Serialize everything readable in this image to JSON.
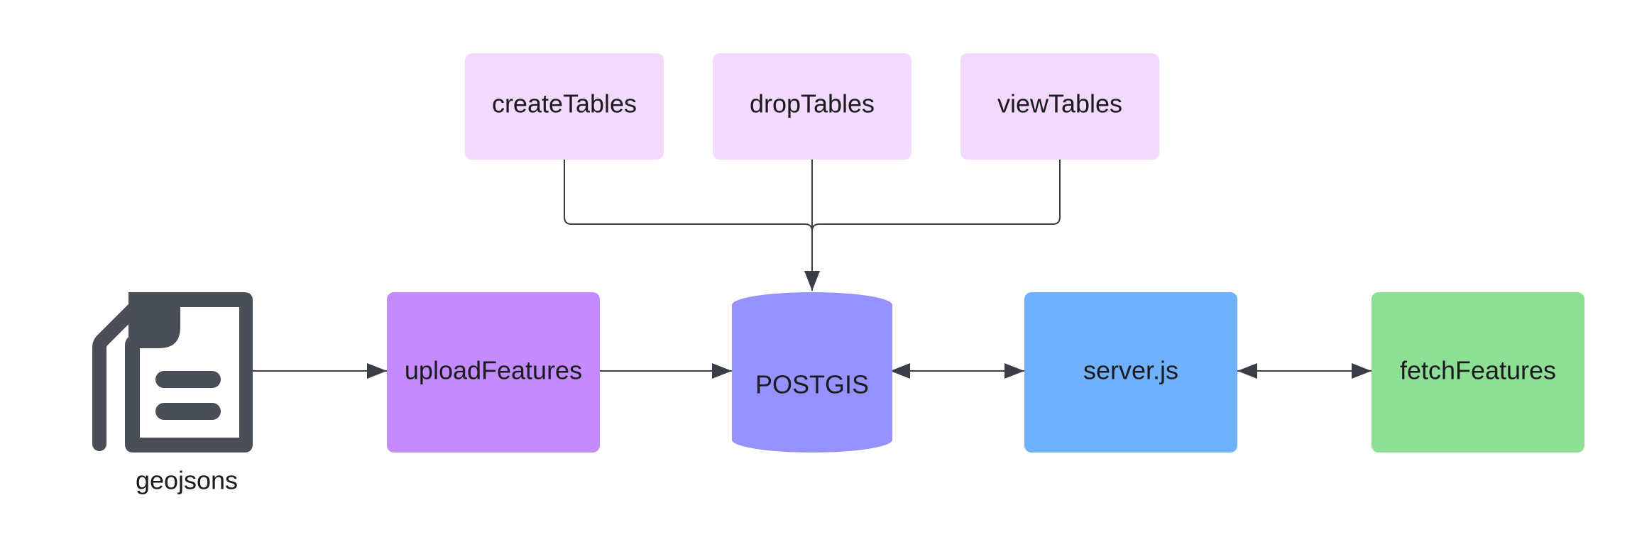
{
  "diagram": {
    "colors": {
      "table_node": "#f2d9fd",
      "upload_node": "#c38bfe",
      "database_node": "#9592fe",
      "server_node": "#6fb1fd",
      "fetch_node": "#8cdf94",
      "connector": "#3a3d45",
      "icon": "#3b3f46",
      "text": "#1b1b1f"
    },
    "nodes": {
      "create_tables": "createTables",
      "drop_tables": "dropTables",
      "view_tables": "viewTables",
      "geojsons": "geojsons",
      "upload_features": "uploadFeatures",
      "postgis": "POSTGIS",
      "server": "server.js",
      "fetch_features": "fetchFeatures"
    },
    "icons": {
      "geojsons": "document-stack-icon"
    }
  }
}
